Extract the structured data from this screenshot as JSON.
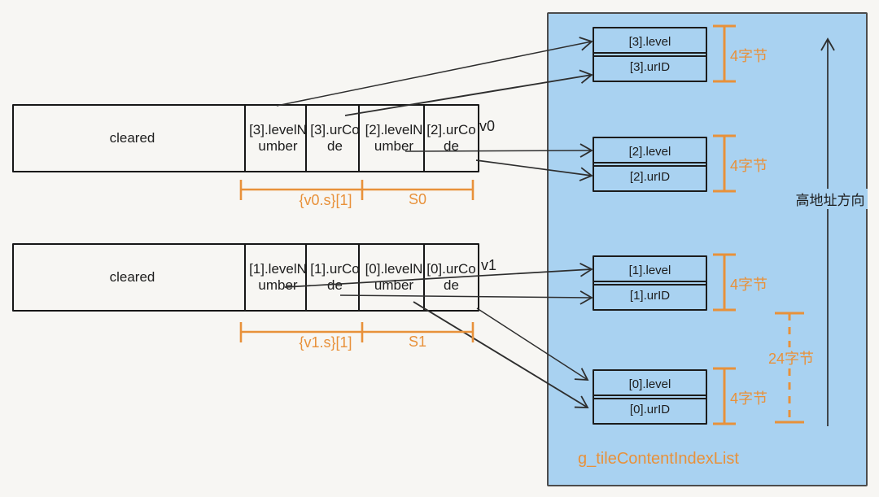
{
  "colors": {
    "accent_orange": "#e8913a",
    "panel_blue": "#a9d2f1",
    "line_dark": "#2e2e2e",
    "background": "#f7f6f3"
  },
  "memory_rows": [
    {
      "cleared_label": "cleared",
      "cells": [
        "[3].levelNumber",
        "[3].urCode",
        "[2].levelNumber",
        "[2].urCode"
      ],
      "row_label": "v0",
      "span_left": "{v0.s}[1]",
      "span_right": "S0"
    },
    {
      "cleared_label": "cleared",
      "cells": [
        "[1].levelNumber",
        "[1].urCode",
        "[0].levelNumber",
        "[0].urCode"
      ],
      "row_label": "v1",
      "span_left": "{v1.s}[1]",
      "span_right": "S1"
    }
  ],
  "index_list_panel": {
    "title": "g_tileContentIndexList",
    "entries": [
      {
        "level": "[3].level",
        "urid": "[3].urID",
        "size_label": "4字节"
      },
      {
        "level": "[2].level",
        "urid": "[2].urID",
        "size_label": "4字节"
      },
      {
        "level": "[1].level",
        "urid": "[1].urID",
        "size_label": "4字节"
      },
      {
        "level": "[0].level",
        "urid": "[0].urID",
        "size_label": "4字节"
      }
    ],
    "total_size_label": "24字节",
    "direction_label": "高地址方向"
  }
}
